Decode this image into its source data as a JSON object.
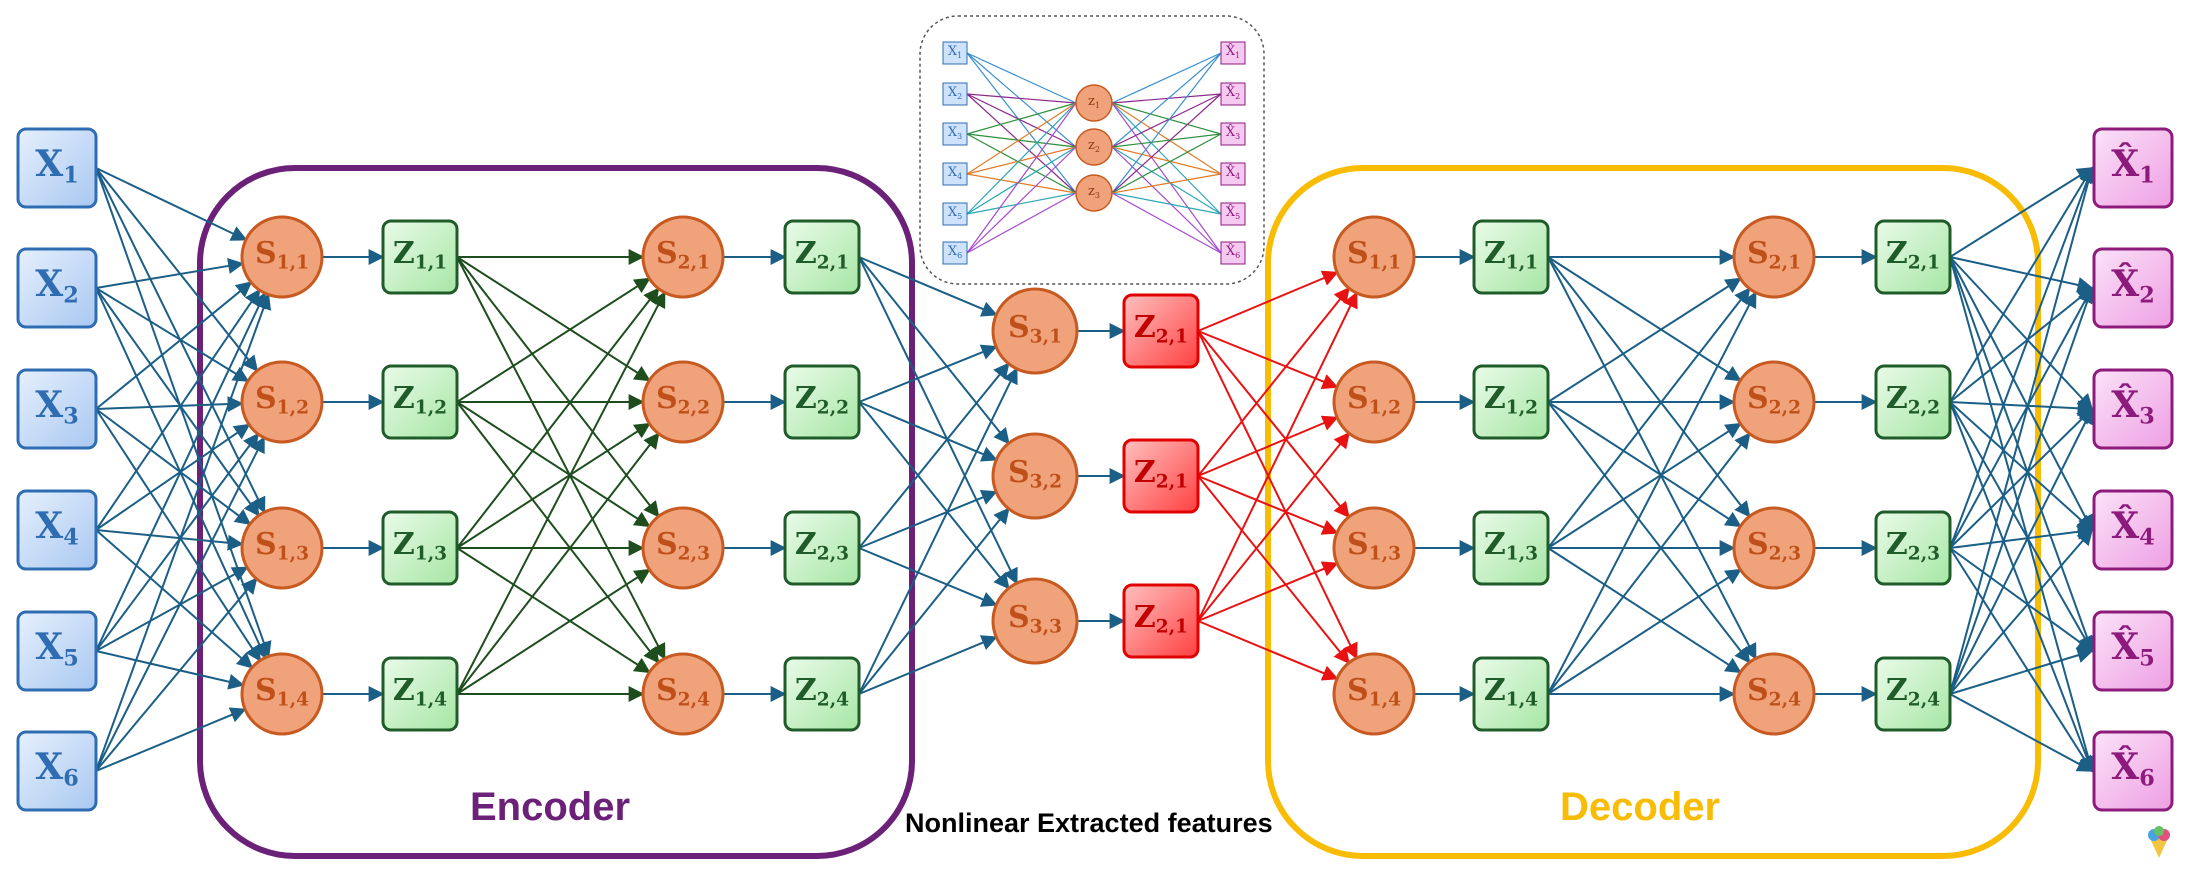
{
  "colors": {
    "x_fill": "#cfe2fb",
    "x_stroke": "#2f6db2",
    "x_text": "#2f6db2",
    "s_fill": "#f0a27a",
    "s_stroke": "#c75a21",
    "s_text": "#c0501a",
    "z_fill": "#cdf3cc",
    "z_stroke": "#1f5c2a",
    "z_text": "#1f5c2a",
    "bottleneck_fill": "#ff6b6b",
    "bottleneck_stroke": "#e10000",
    "bottleneck_text": "#c00000",
    "xhat_fill": "#f6c9f1",
    "xhat_stroke": "#8c1b7c",
    "xhat_text": "#8c1b7c",
    "edge_blue": "#1b5e86",
    "edge_green": "#1e4d1e",
    "edge_red": "#e81212",
    "encoder_frame": "#6b2178",
    "decoder_frame": "#f8bc05"
  },
  "inputs": [
    {
      "base": "X",
      "sub": "1"
    },
    {
      "base": "X",
      "sub": "2"
    },
    {
      "base": "X",
      "sub": "3"
    },
    {
      "base": "X",
      "sub": "4"
    },
    {
      "base": "X",
      "sub": "5"
    },
    {
      "base": "X",
      "sub": "6"
    }
  ],
  "encoder": {
    "title": "Encoder",
    "layer1_s": [
      {
        "base": "S",
        "sub": "1,1"
      },
      {
        "base": "S",
        "sub": "1,2"
      },
      {
        "base": "S",
        "sub": "1,3"
      },
      {
        "base": "S",
        "sub": "1,4"
      }
    ],
    "layer1_z": [
      {
        "base": "Z",
        "sub": "1,1"
      },
      {
        "base": "Z",
        "sub": "1,2"
      },
      {
        "base": "Z",
        "sub": "1,3"
      },
      {
        "base": "Z",
        "sub": "1,4"
      }
    ],
    "layer2_s": [
      {
        "base": "S",
        "sub": "2,1"
      },
      {
        "base": "S",
        "sub": "2,2"
      },
      {
        "base": "S",
        "sub": "2,3"
      },
      {
        "base": "S",
        "sub": "2,4"
      }
    ],
    "layer2_z": [
      {
        "base": "Z",
        "sub": "2,1"
      },
      {
        "base": "Z",
        "sub": "2,2"
      },
      {
        "base": "Z",
        "sub": "2,3"
      },
      {
        "base": "Z",
        "sub": "2,4"
      }
    ]
  },
  "bottleneck": {
    "title": "Nonlinear Extracted features",
    "s": [
      {
        "base": "S",
        "sub": "3,1"
      },
      {
        "base": "S",
        "sub": "3,2"
      },
      {
        "base": "S",
        "sub": "3,3"
      }
    ],
    "z": [
      {
        "base": "Z",
        "sub": "2,1"
      },
      {
        "base": "Z",
        "sub": "2,1"
      },
      {
        "base": "Z",
        "sub": "2,1"
      }
    ]
  },
  "decoder": {
    "title": "Decoder",
    "layer1_s": [
      {
        "base": "S",
        "sub": "1,1"
      },
      {
        "base": "S",
        "sub": "1,2"
      },
      {
        "base": "S",
        "sub": "1,3"
      },
      {
        "base": "S",
        "sub": "1,4"
      }
    ],
    "layer1_z": [
      {
        "base": "Z",
        "sub": "1,1"
      },
      {
        "base": "Z",
        "sub": "1,2"
      },
      {
        "base": "Z",
        "sub": "1,3"
      },
      {
        "base": "Z",
        "sub": "1,4"
      }
    ],
    "layer2_s": [
      {
        "base": "S",
        "sub": "2,1"
      },
      {
        "base": "S",
        "sub": "2,2"
      },
      {
        "base": "S",
        "sub": "2,3"
      },
      {
        "base": "S",
        "sub": "2,4"
      }
    ],
    "layer2_z": [
      {
        "base": "Z",
        "sub": "2,1"
      },
      {
        "base": "Z",
        "sub": "2,2"
      },
      {
        "base": "Z",
        "sub": "2,3"
      },
      {
        "base": "Z",
        "sub": "2,4"
      }
    ]
  },
  "outputs": [
    {
      "base": "X̂",
      "sub": "1"
    },
    {
      "base": "X̂",
      "sub": "2"
    },
    {
      "base": "X̂",
      "sub": "3"
    },
    {
      "base": "X̂",
      "sub": "4"
    },
    {
      "base": "X̂",
      "sub": "5"
    },
    {
      "base": "X̂",
      "sub": "6"
    }
  ],
  "inset": {
    "inputs": [
      {
        "base": "X",
        "sub": "1"
      },
      {
        "base": "X",
        "sub": "2"
      },
      {
        "base": "X",
        "sub": "3"
      },
      {
        "base": "X",
        "sub": "4"
      },
      {
        "base": "X",
        "sub": "5"
      },
      {
        "base": "X",
        "sub": "6"
      }
    ],
    "hidden": [
      {
        "base": "z",
        "sub": "1"
      },
      {
        "base": "z",
        "sub": "2"
      },
      {
        "base": "z",
        "sub": "3"
      }
    ],
    "outputs": [
      {
        "base": "X̂",
        "sub": "1"
      },
      {
        "base": "X̂",
        "sub": "2"
      },
      {
        "base": "X̂",
        "sub": "3"
      },
      {
        "base": "X̂",
        "sub": "4"
      },
      {
        "base": "X̂",
        "sub": "5"
      },
      {
        "base": "X̂",
        "sub": "6"
      }
    ],
    "edge_colors": [
      "#3a8fd0",
      "#8a2a8a",
      "#2d8f3c",
      "#e07b24",
      "#2aa6b3",
      "#a64ad0"
    ]
  }
}
